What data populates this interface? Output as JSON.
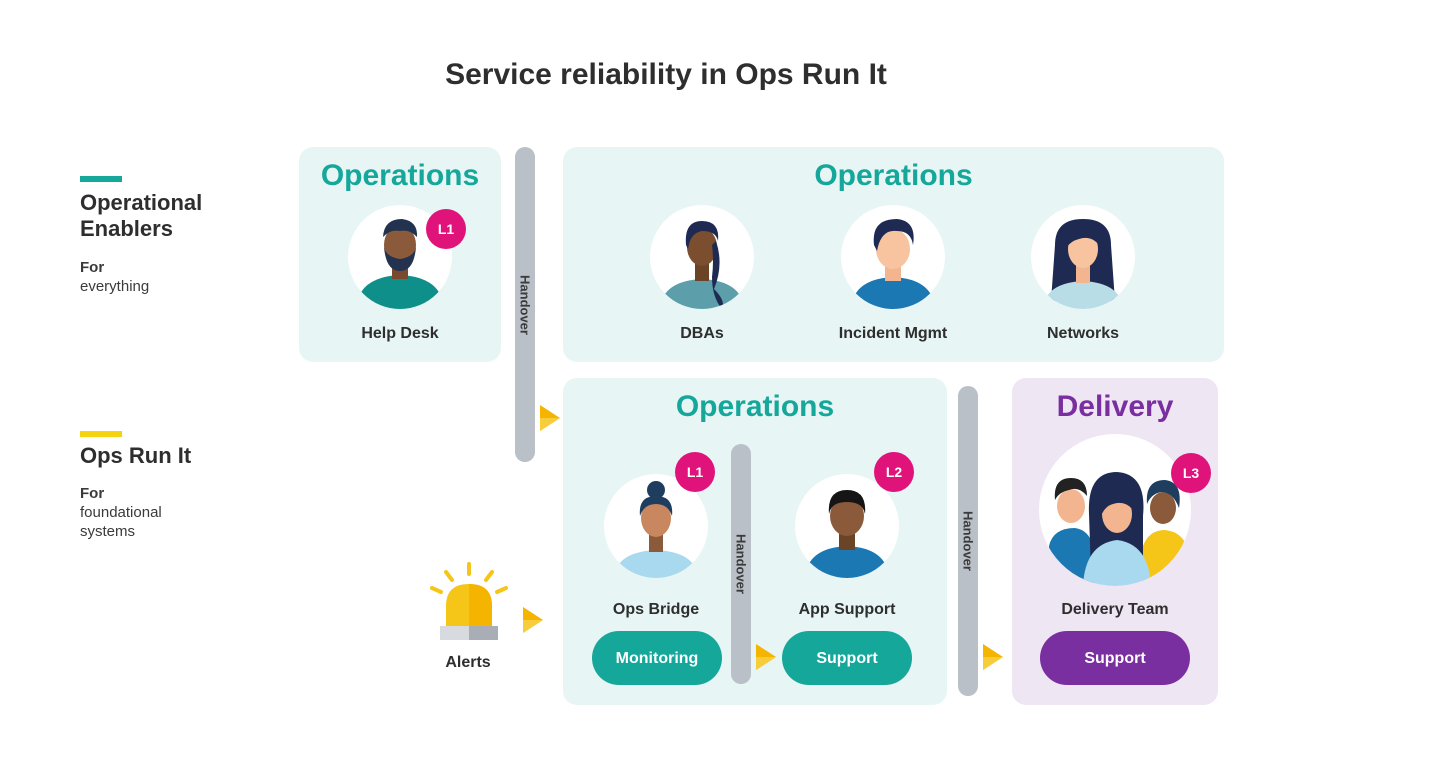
{
  "title": "Service reliability in Ops Run It",
  "colors": {
    "teal": "#16a79b",
    "purple": "#7a2fa0",
    "badge": "#e0137a",
    "enablers_bar": "#16a79b",
    "runit_bar": "#f5d40f",
    "panel_teal_bg": "#e7f5f4",
    "panel_purple_bg": "#efe6f4",
    "handover_bar": "#b9c0c7",
    "arrow": "#f4b400"
  },
  "legend": {
    "enablers": {
      "title_line1": "Operational",
      "title_line2": "Enablers",
      "sub_bold": "For",
      "sub_rest": "everything"
    },
    "runit": {
      "title": "Ops Run It",
      "sub_bold": "For",
      "sub_line2": "foundational",
      "sub_line3": "systems"
    }
  },
  "panels": {
    "helpdesk": {
      "heading": "Operations",
      "person": "Help Desk",
      "badge": "L1",
      "icon": "man-beard-avatar"
    },
    "ops_top": {
      "heading": "Operations",
      "people": [
        {
          "label": "DBAs",
          "icon": "woman-ponytail-avatar"
        },
        {
          "label": "Incident Mgmt",
          "icon": "man-avatar"
        },
        {
          "label": "Networks",
          "icon": "woman-long-hair-avatar"
        }
      ]
    },
    "ops_bottom": {
      "heading": "Operations",
      "bridge": {
        "label": "Ops Bridge",
        "badge": "L1",
        "button": "Monitoring",
        "icon": "woman-bun-avatar"
      },
      "appsupport": {
        "label": "App Support",
        "badge": "L2",
        "button": "Support",
        "icon": "man-dark-avatar"
      }
    },
    "delivery": {
      "heading": "Delivery",
      "label": "Delivery Team",
      "badge": "L3",
      "button": "Support",
      "icon": "team-avatar"
    }
  },
  "handover_label": "Handover",
  "alerts": {
    "label": "Alerts",
    "icon": "siren-icon"
  }
}
